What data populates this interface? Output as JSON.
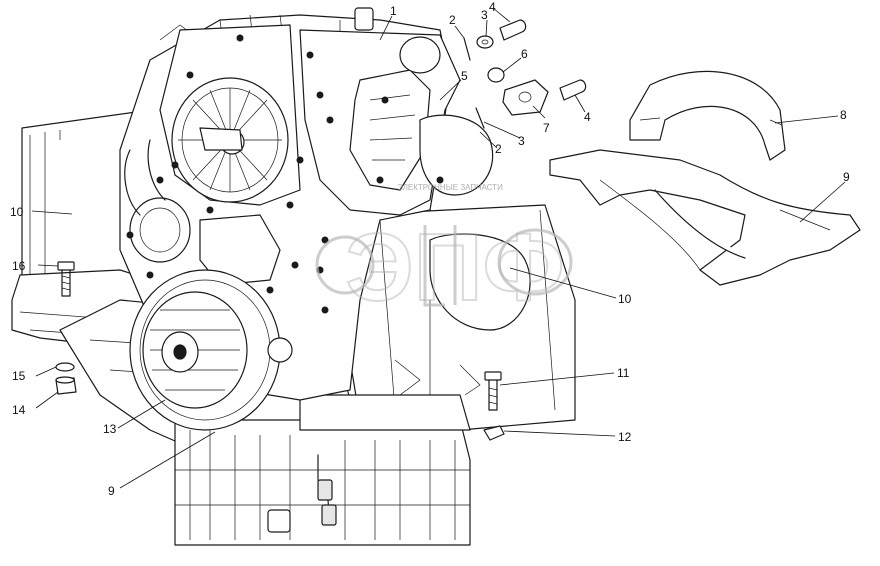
{
  "callouts": [
    {
      "id": "c1",
      "label": "1"
    },
    {
      "id": "c2a",
      "label": "2"
    },
    {
      "id": "c2b",
      "label": "2"
    },
    {
      "id": "c3a",
      "label": "3"
    },
    {
      "id": "c3b",
      "label": "3"
    },
    {
      "id": "c4a",
      "label": "4"
    },
    {
      "id": "c4b",
      "label": "4"
    },
    {
      "id": "c5",
      "label": "5"
    },
    {
      "id": "c6",
      "label": "6"
    },
    {
      "id": "c7",
      "label": "7"
    },
    {
      "id": "c8",
      "label": "8"
    },
    {
      "id": "c9a",
      "label": "9"
    },
    {
      "id": "c9b",
      "label": "9"
    },
    {
      "id": "c10a",
      "label": "10"
    },
    {
      "id": "c10b",
      "label": "10"
    },
    {
      "id": "c11",
      "label": "11"
    },
    {
      "id": "c12",
      "label": "12"
    },
    {
      "id": "c13",
      "label": "13"
    },
    {
      "id": "c14",
      "label": "14"
    },
    {
      "id": "c15",
      "label": "15"
    },
    {
      "id": "c16",
      "label": "16"
    }
  ],
  "watermark": {
    "logo_text": "ЭПФ",
    "caption": "ЭЛЕКТРОННЫЕ ЗАПЧАСТИ"
  }
}
